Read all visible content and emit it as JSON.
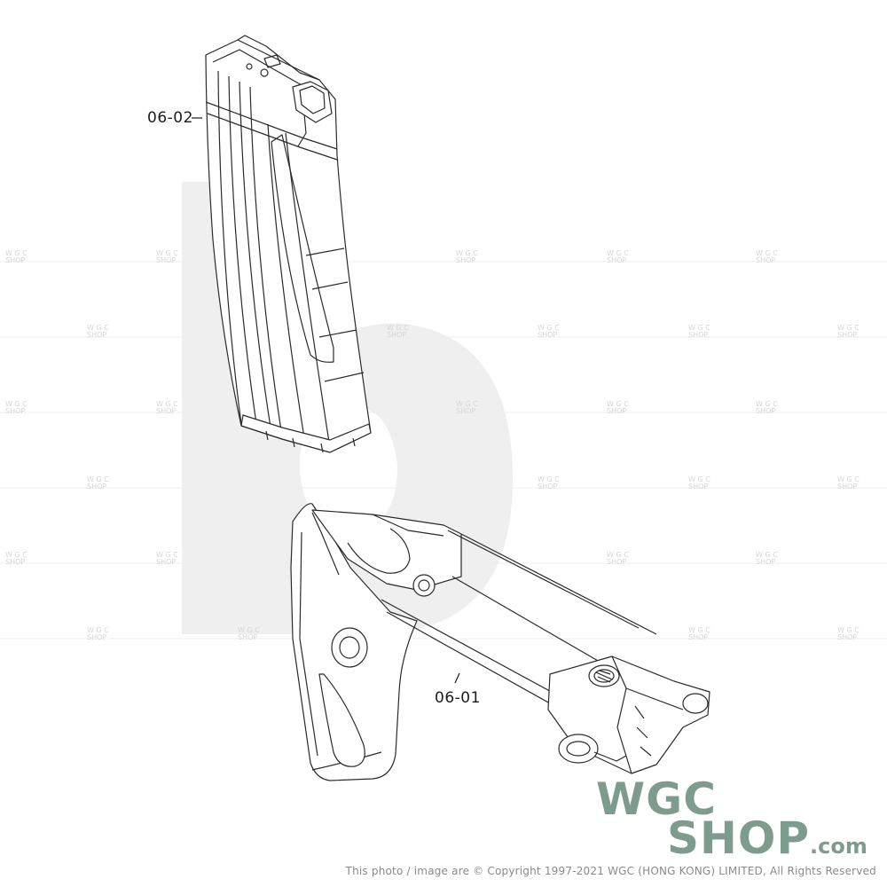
{
  "callouts": {
    "magazine": "06-02",
    "stock": "06-01"
  },
  "logo": {
    "line1": "WGC",
    "line2": "SHOP",
    "suffix": ".com",
    "color": "#7d9c8e"
  },
  "copyright": "This photo / image are © Copyright 1997-2021 WGC (HONG KONG) LIMITED, All Rights Reserved",
  "colors": {
    "line_art": "#2a2a2a",
    "background_watermark": "#efefef",
    "text": "#1b1b1b"
  }
}
